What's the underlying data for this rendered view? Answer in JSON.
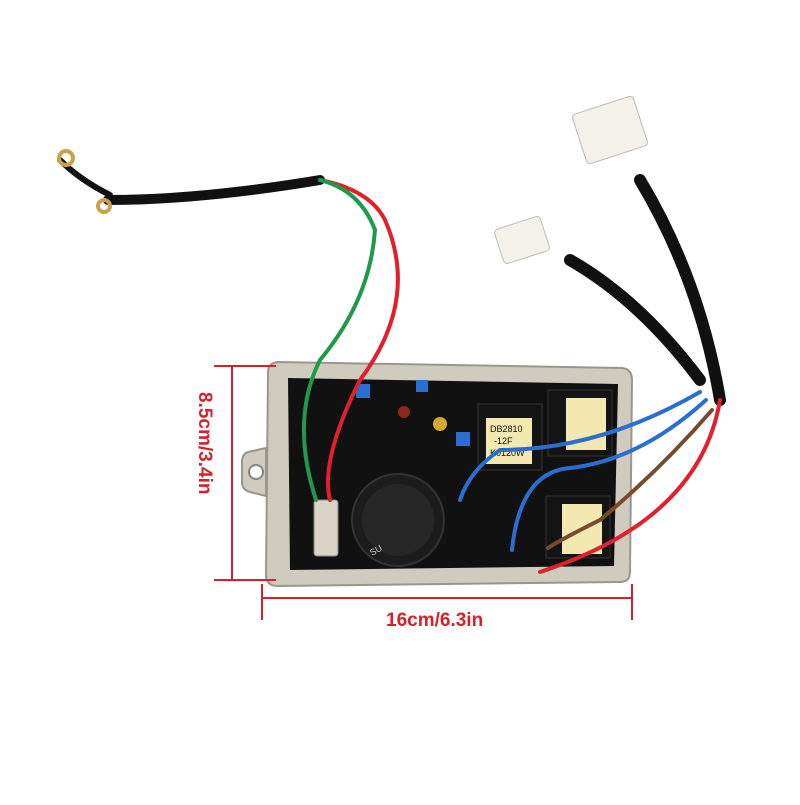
{
  "dimensions": {
    "width_label": "16cm/6.3in",
    "height_label": "8.5cm/3.4in"
  },
  "components": {
    "capacitor_lines": [
      "DB2810",
      "-12F",
      "K0120W"
    ],
    "rectifier_marking": "SU"
  },
  "colors": {
    "dimension_red": "#d8202a",
    "housing_gray": "#cfcbbf",
    "potting_black": "#111111",
    "wire_red": "#e0202c",
    "wire_green": "#1f9a4a",
    "wire_blue": "#2a6fd0",
    "wire_brown": "#7a4a2e",
    "connector_white": "#f4f1ea"
  }
}
